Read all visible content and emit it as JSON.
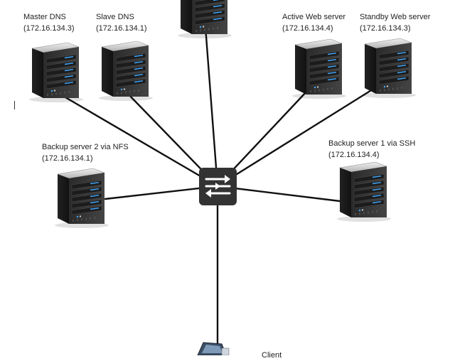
{
  "nodes": [
    {
      "id": "master-dns",
      "name": "Master DNS",
      "ip": "(172.16.134.3)"
    },
    {
      "id": "slave-dns",
      "name": "Slave DNS",
      "ip": "(172.16.134.1)"
    },
    {
      "id": "active-web",
      "name": "Active Web server",
      "ip": "(172.16.134.4)"
    },
    {
      "id": "standby-web",
      "name": "Standby Web server",
      "ip": "(172.16.134.3)"
    },
    {
      "id": "backup-nfs",
      "name": "Backup server 2 via NFS",
      "ip": "(172.16.134.1)"
    },
    {
      "id": "backup-ssh",
      "name": "Backup server 1 via SSH",
      "ip": "(172.16.134.4)"
    }
  ],
  "switch": {
    "id": "network-switch"
  },
  "top_server": {
    "id": "top-server"
  },
  "client": {
    "id": "client",
    "name": "Client"
  },
  "colors": {
    "link": "#111111",
    "server_body": "#2b2b2b",
    "server_front": "#3a3a3a",
    "led": "#3fa8ff",
    "switch": "#333333"
  }
}
